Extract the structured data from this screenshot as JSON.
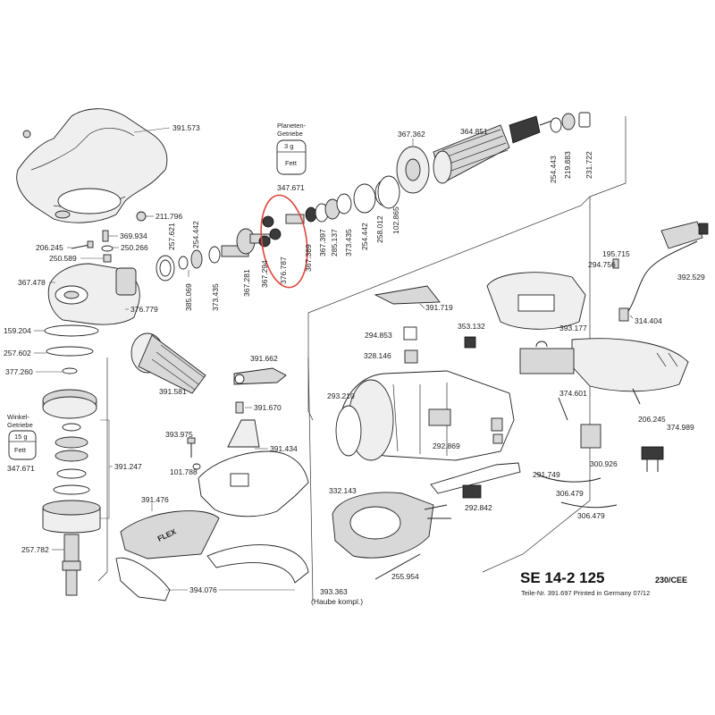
{
  "title": {
    "model": "SE 14-2 125",
    "variant": "230/CEE",
    "subtitle": "Teile-Nr. 391.697 Printed in Germany 07/12"
  },
  "grease_boxes": [
    {
      "id": "planet",
      "heading_1": "Planeten-",
      "heading_2": "Getriebe",
      "amount": "3 g",
      "word": "Fett",
      "part": "347.671"
    },
    {
      "id": "angle",
      "heading_1": "Winkel-",
      "heading_2": "Getriebe",
      "amount": "15 g",
      "word": "Fett",
      "part": "347.671"
    }
  ],
  "highlight": {
    "color": "#e0463b",
    "part": "376.787"
  },
  "labels": {
    "p391573": "391.573",
    "p211796": "211.796",
    "p369934": "369.934",
    "p206245a": "206.245",
    "p250266": "250.266",
    "p250589": "250.589",
    "p367478": "367.478",
    "p257621": "257.621",
    "p254442a": "254.442",
    "p376779": "376.779",
    "p159204": "159.204",
    "p257602": "257.602",
    "p377260": "377.260",
    "p391581": "391.581",
    "p391247": "391.247",
    "p257782": "257.782",
    "p373435a": "373.435",
    "p385069": "385.069",
    "p367281": "367.281",
    "p367294": "367.294",
    "p376787": "376.787",
    "p367389": "367.389",
    "p367397": "367.397",
    "p285137": "285.137",
    "p373435b": "373.435",
    "p254442b": "254.442",
    "p258012": "258.012",
    "p102865": "102.865",
    "p367362": "367.362",
    "p364851": "364.851",
    "p254443": "254.443",
    "p219883": "219.883",
    "p231722": "231.722",
    "p391719": "391.719",
    "p195715": "195.715",
    "p294756": "294.756",
    "p392529": "392.529",
    "p314404": "314.404",
    "p353132": "353.132",
    "p294853": "294.853",
    "p328146": "328.146",
    "p393177": "393.177",
    "p374601": "374.601",
    "p206245b": "206.245",
    "p293210": "293.210",
    "p292869": "292.869",
    "p300926": "300.926",
    "p374989": "374.989",
    "p291749": "291.749",
    "p292842": "292.842",
    "p332143": "332.143",
    "p306479a": "306.479",
    "p306479b": "306.479",
    "p255954": "255.954",
    "p391662": "391.662",
    "p391670": "391.670",
    "p393975": "393.975",
    "p101788": "101.788",
    "p391434": "391.434",
    "p391476": "391.476",
    "p394076": "394.076",
    "p393363": "393.363",
    "p393363note": "(Haube kompl.)"
  },
  "brand_mark": "FLEX"
}
